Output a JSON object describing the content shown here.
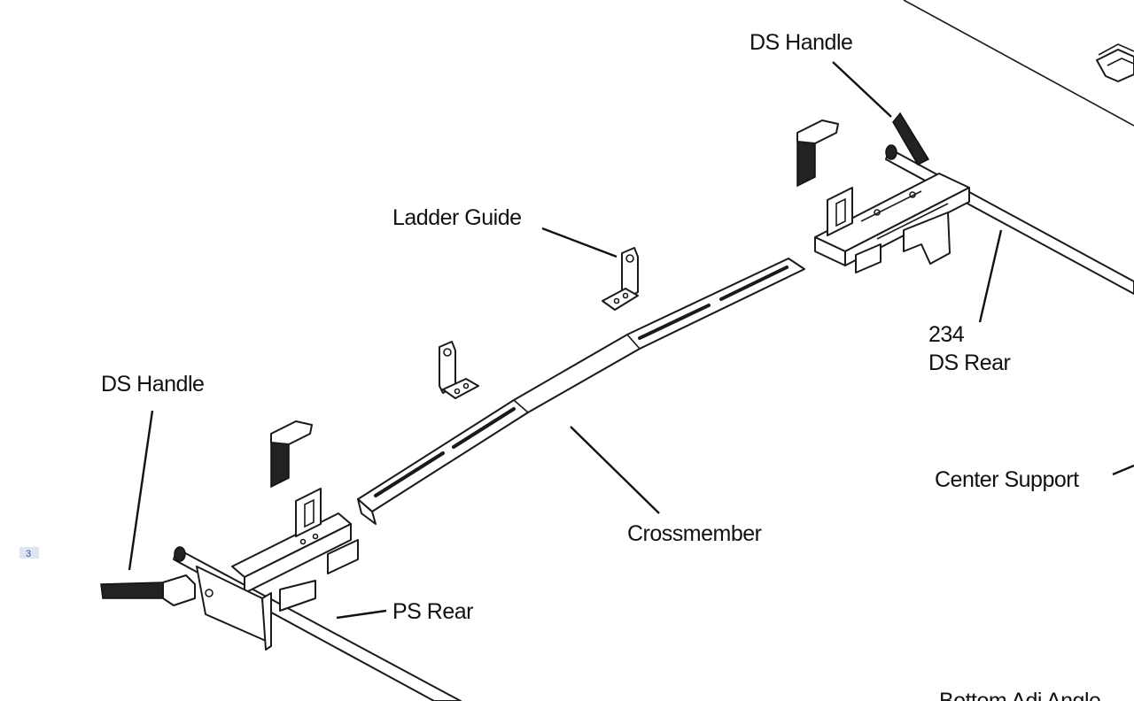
{
  "labels": {
    "ds_handle_top": "DS Handle",
    "ladder_guide": "Ladder Guide",
    "ds_rear_number": "234",
    "ds_rear": "DS Rear",
    "ds_handle_left": "DS Handle",
    "crossmember": "Crossmember",
    "center_support": "Center Support",
    "ps_rear": "PS Rear",
    "bottom_adj_angle": "Bottom Adj Angle",
    "page_marker": "3"
  }
}
